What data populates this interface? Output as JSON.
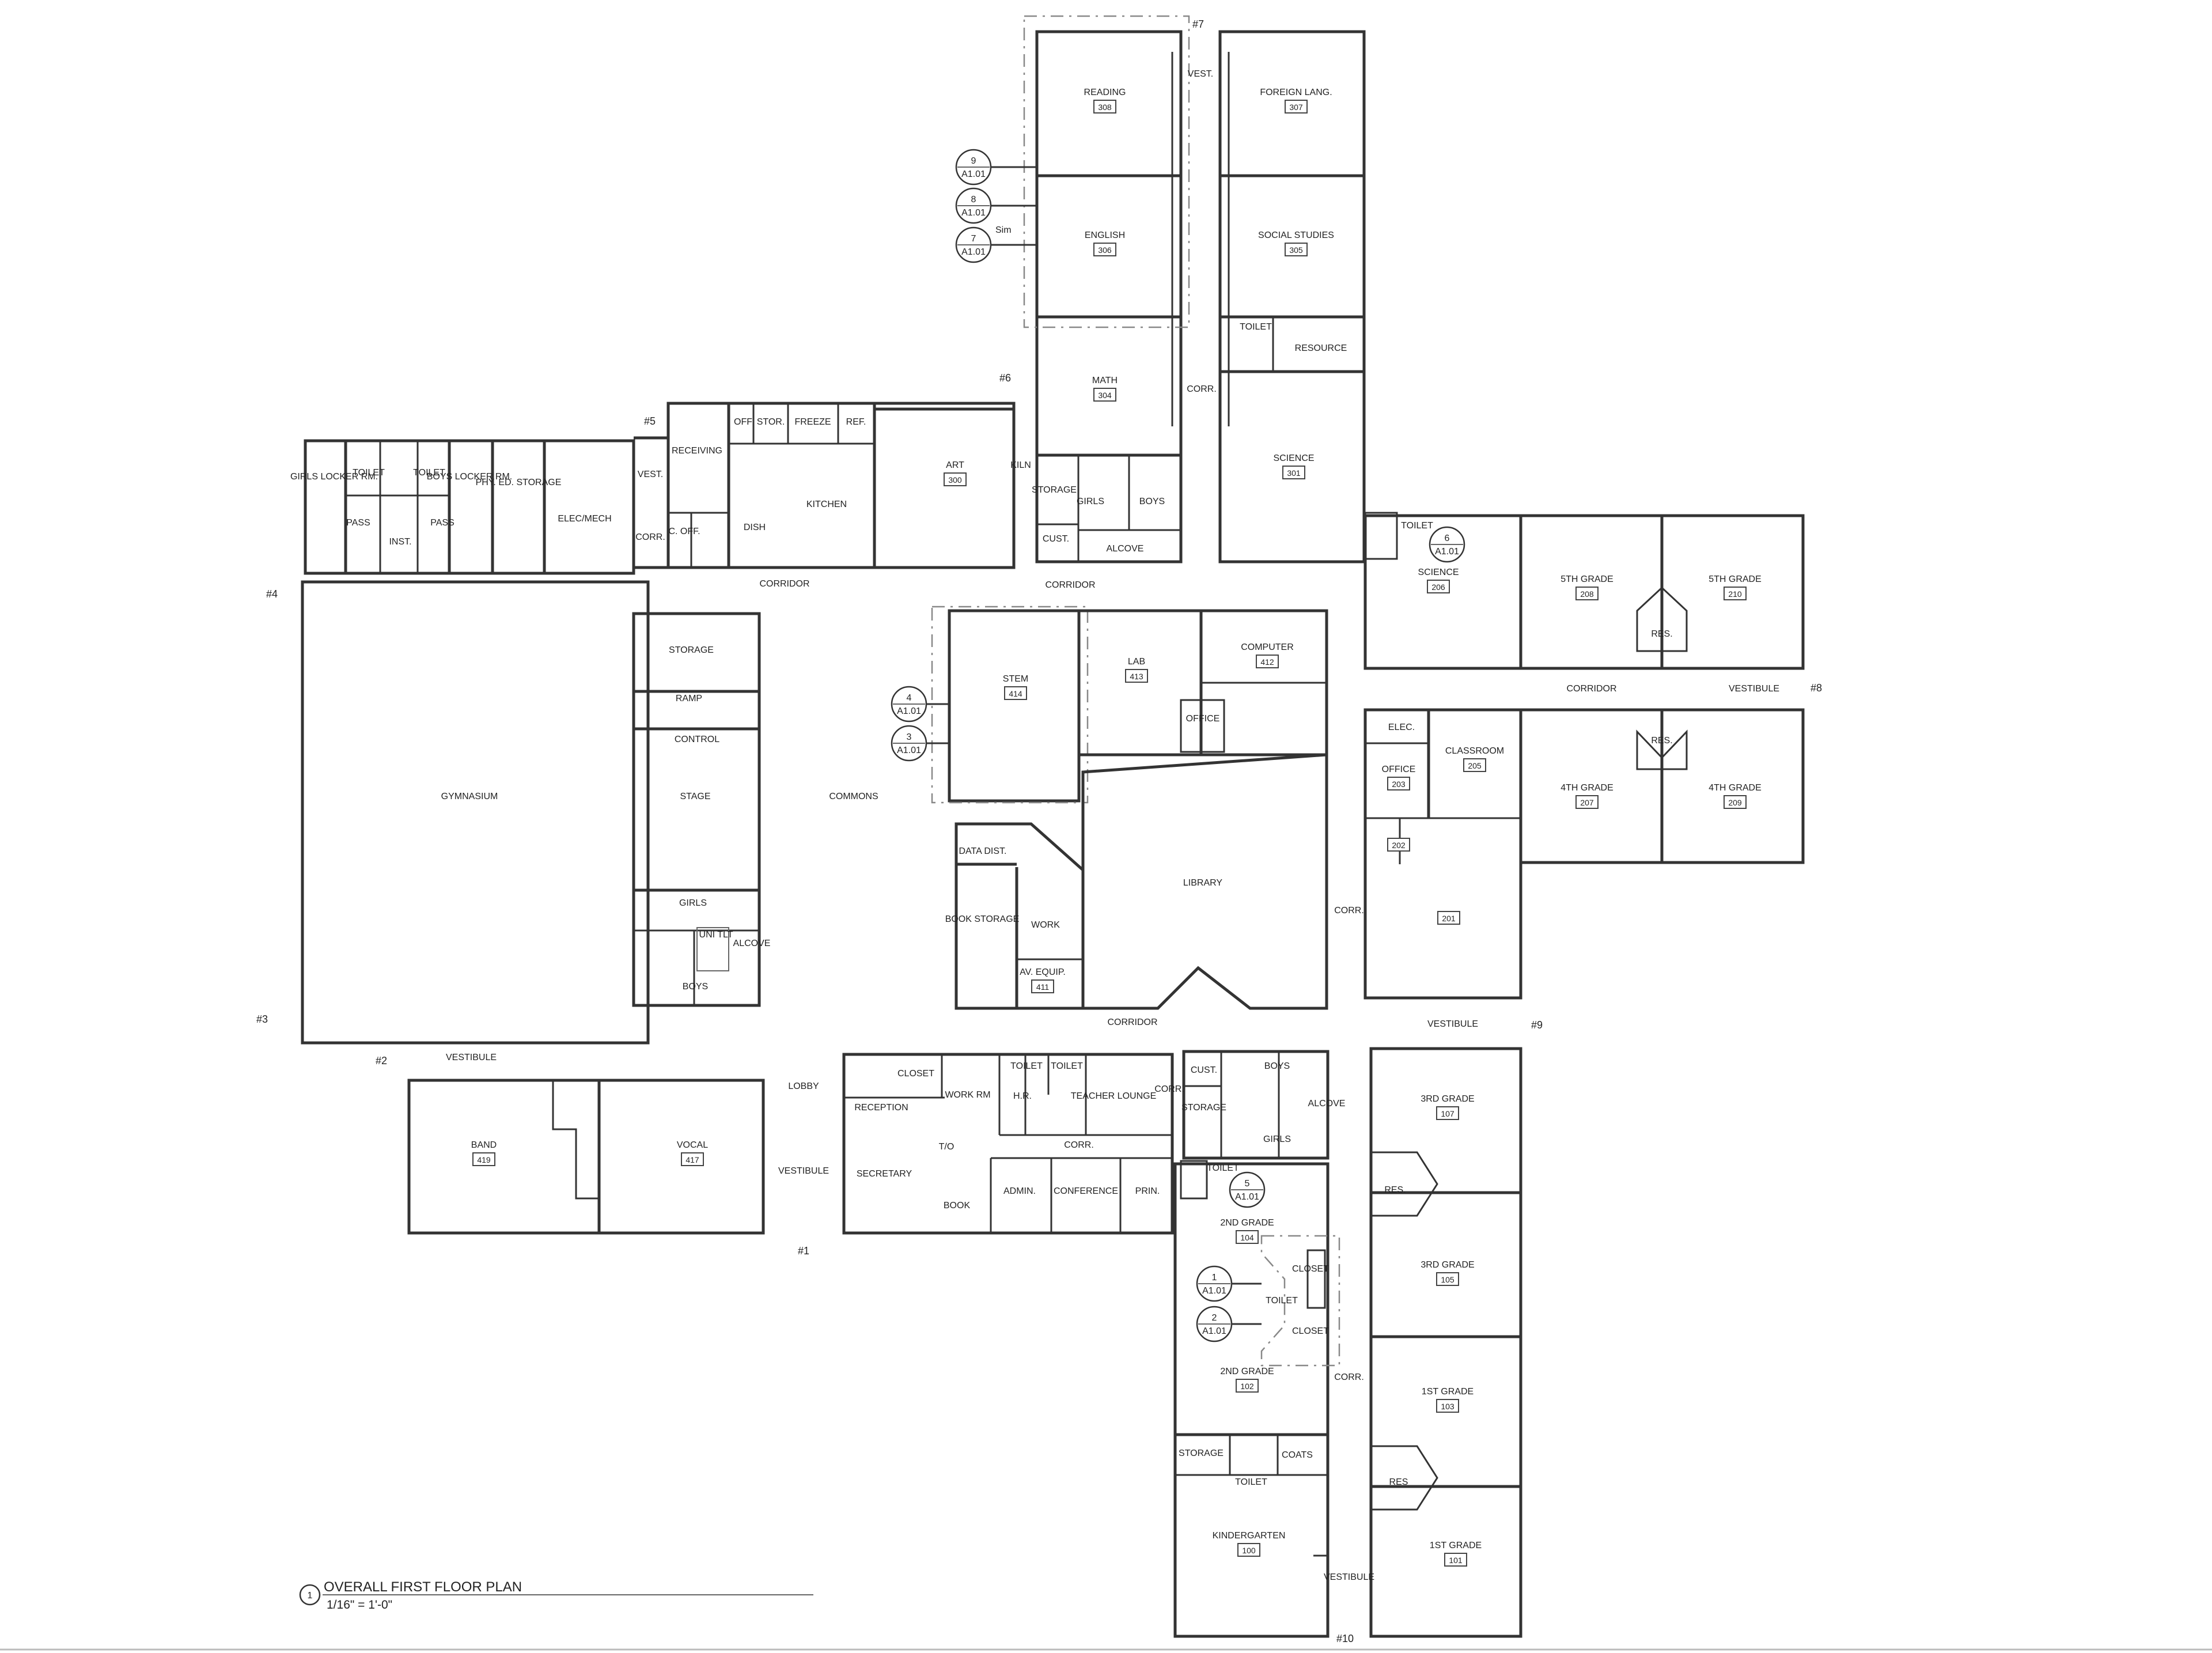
{
  "title_block": {
    "number": "1",
    "title": "OVERALL FIRST FLOOR PLAN",
    "scale": "1/16\" = 1'-0\""
  },
  "rooms": [
    {
      "label": "READING",
      "number": "308"
    },
    {
      "label": "FOREIGN LANG.",
      "number": "307"
    },
    {
      "label": "ENGLISH",
      "number": "306"
    },
    {
      "label": "SOCIAL STUDIES",
      "number": "305"
    },
    {
      "label": "TOILET"
    },
    {
      "label": "RESOURCE"
    },
    {
      "label": "MATH",
      "number": "304"
    },
    {
      "label": "SCIENCE",
      "number": "301"
    },
    {
      "label": "VEST."
    },
    {
      "label": "CORR."
    },
    {
      "label": "GIRLS LOCKER RM."
    },
    {
      "label": "TOILET"
    },
    {
      "label": "TOILET"
    },
    {
      "label": "BOYS LOCKER RM."
    },
    {
      "label": "PHY. ED. STORAGE"
    },
    {
      "label": "ELEC/MECH"
    },
    {
      "label": "PASS"
    },
    {
      "label": "INST."
    },
    {
      "label": "PASS"
    },
    {
      "label": "VEST."
    },
    {
      "label": "CORR."
    },
    {
      "label": "RECEIVING"
    },
    {
      "label": "C. OFF."
    },
    {
      "label": "OFF"
    },
    {
      "label": "STOR."
    },
    {
      "label": "FREEZE"
    },
    {
      "label": "REF."
    },
    {
      "label": "KITCHEN"
    },
    {
      "label": "DISH"
    },
    {
      "label": "ART",
      "number": "300"
    },
    {
      "label": "KILN"
    },
    {
      "label": "STORAGE"
    },
    {
      "label": "GIRLS"
    },
    {
      "label": "BOYS"
    },
    {
      "label": "CUST."
    },
    {
      "label": "ALCOVE"
    },
    {
      "label": "CORRIDOR"
    },
    {
      "label": "CORRIDOR"
    },
    {
      "label": "TOILET"
    },
    {
      "label": "SCIENCE",
      "number": "206"
    },
    {
      "label": "5TH GRADE",
      "number": "208"
    },
    {
      "label": "5TH GRADE",
      "number": "210"
    },
    {
      "label": "RES."
    },
    {
      "label": "CORRIDOR"
    },
    {
      "label": "VESTIBULE"
    },
    {
      "label": "ELEC."
    },
    {
      "label": "OFFICE",
      "number": "203"
    },
    {
      "label": "CLASSROOM",
      "number": "205"
    },
    {
      "label": "RES."
    },
    {
      "label": "4TH GRADE",
      "number": "207"
    },
    {
      "label": "4TH GRADE",
      "number": "209"
    },
    {
      "label": "",
      "number": "202"
    },
    {
      "label": "",
      "number": "201"
    },
    {
      "label": "CORR."
    },
    {
      "label": "VESTIBULE"
    },
    {
      "label": "GYMNASIUM"
    },
    {
      "label": "STORAGE"
    },
    {
      "label": "RAMP"
    },
    {
      "label": "CONTROL"
    },
    {
      "label": "STAGE"
    },
    {
      "label": "COMMONS"
    },
    {
      "label": "GIRLS"
    },
    {
      "label": "UNI TLT"
    },
    {
      "label": "ALCOVE"
    },
    {
      "label": "BOYS"
    },
    {
      "label": "STEM",
      "number": "414"
    },
    {
      "label": "LAB",
      "number": "413"
    },
    {
      "label": "COMPUTER",
      "number": "412"
    },
    {
      "label": "OFFICE"
    },
    {
      "label": "DATA DIST."
    },
    {
      "label": "BOOK STORAGE"
    },
    {
      "label": "WORK"
    },
    {
      "label": "AV. EQUIP.",
      "number": "411"
    },
    {
      "label": "LIBRARY"
    },
    {
      "label": "CORRIDOR"
    },
    {
      "label": "VESTIBULE"
    },
    {
      "label": "BAND",
      "number": "419"
    },
    {
      "label": "VOCAL",
      "number": "417"
    },
    {
      "label": "LOBBY"
    },
    {
      "label": "VESTIBULE"
    },
    {
      "label": "CLOSET"
    },
    {
      "label": "RECEPTION"
    },
    {
      "label": "WORK RM"
    },
    {
      "label": "T/O"
    },
    {
      "label": "TOILET"
    },
    {
      "label": "TOILET"
    },
    {
      "label": "H.R."
    },
    {
      "label": "TEACHER LOUNGE"
    },
    {
      "label": "CORR."
    },
    {
      "label": "CUST."
    },
    {
      "label": "STORAGE"
    },
    {
      "label": "BOYS"
    },
    {
      "label": "GIRLS"
    },
    {
      "label": "ALCOVE"
    },
    {
      "label": "CORR."
    },
    {
      "label": "SECRETARY"
    },
    {
      "label": "BOOK"
    },
    {
      "label": "ADMIN."
    },
    {
      "label": "CONFERENCE"
    },
    {
      "label": "PRIN."
    },
    {
      "label": "TOILET"
    },
    {
      "label": "2ND GRADE",
      "number": "104"
    },
    {
      "label": "CLOSET"
    },
    {
      "label": "TOILET"
    },
    {
      "label": "CLOSET"
    },
    {
      "label": "2ND GRADE",
      "number": "102"
    },
    {
      "label": "CORR."
    },
    {
      "label": "3RD GRADE",
      "number": "107"
    },
    {
      "label": "RES."
    },
    {
      "label": "3RD GRADE",
      "number": "105"
    },
    {
      "label": "1ST GRADE",
      "number": "103"
    },
    {
      "label": "RES"
    },
    {
      "label": "1ST GRADE",
      "number": "101"
    },
    {
      "label": "STORAGE"
    },
    {
      "label": "COATS"
    },
    {
      "label": "TOILET"
    },
    {
      "label": "KINDERGARTEN",
      "number": "100"
    },
    {
      "label": "VESTIBULE"
    }
  ],
  "entrances": [
    "#1",
    "#2",
    "#3",
    "#4",
    "#5",
    "#6",
    "#7",
    "#8",
    "#9",
    "#10"
  ],
  "section_bubbles": [
    {
      "num": "9",
      "sheet": "A1.01"
    },
    {
      "num": "8",
      "sheet": "A1.01"
    },
    {
      "num": "7",
      "sheet": "A1.01"
    },
    {
      "num": "6",
      "sheet": "A1.01"
    },
    {
      "num": "4",
      "sheet": "A1.01"
    },
    {
      "num": "3",
      "sheet": "A1.01"
    },
    {
      "num": "5",
      "sheet": "A1.01"
    },
    {
      "num": "1",
      "sheet": "A1.01"
    },
    {
      "num": "2",
      "sheet": "A1.01"
    }
  ],
  "notes": [
    {
      "text": "Sim"
    }
  ]
}
